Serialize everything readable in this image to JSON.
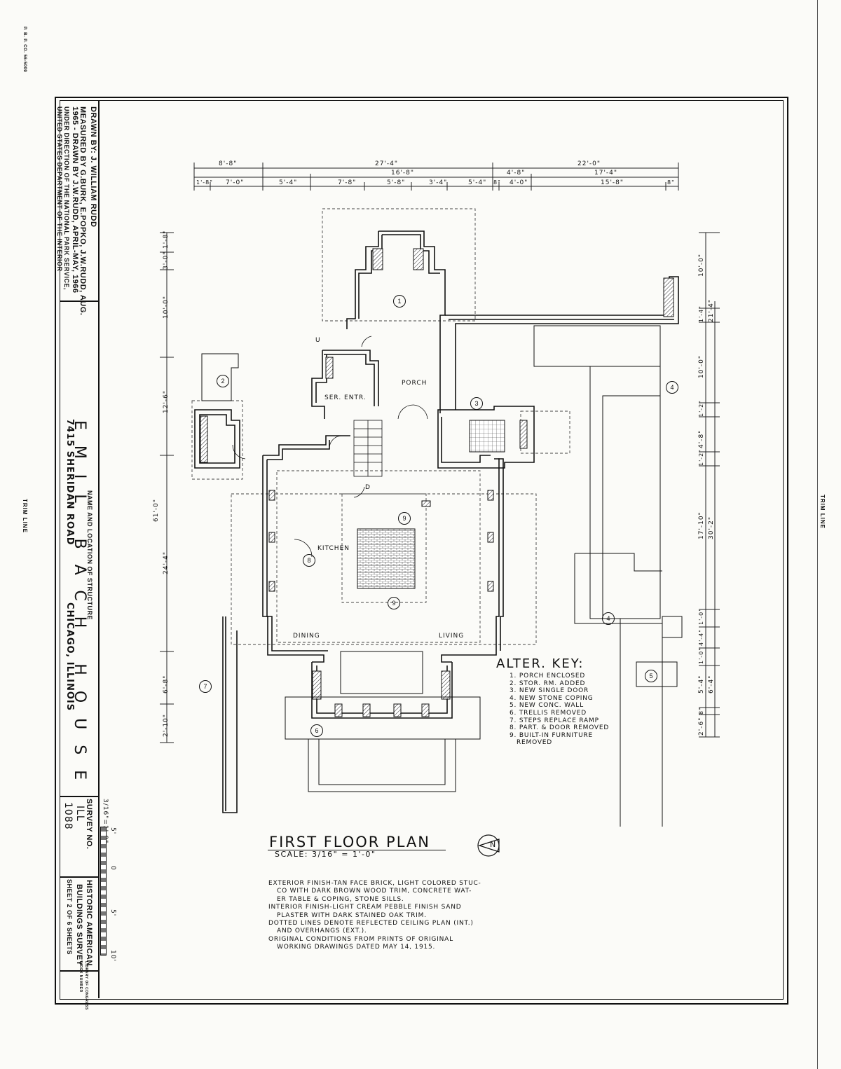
{
  "corner_code": "P. B. P. CO. 56-5009",
  "trim_label": "TRIM LINE",
  "title_block": {
    "drawn_by": "DRAWN BY: J. WILLIAM RUDD",
    "measured_by": "MEASURED BY G.BURK, E.POPKO, J.W.RUDD, AUG.",
    "drawn_dates": "1965 - DRAWN BY J.W.RUDD, APRIL-MAY, 1966",
    "under_direction": "UNDER DIRECTION OF THE NATIONAL PARK SERVICE,",
    "department": "UNITED STATES DEPARTMENT OF THE INTERIOR",
    "name_location_label": "NAME AND LOCATION OF STRUCTURE",
    "structure_name": "EMIL BACH HOUSE",
    "address": "7415 SHERIDAN ROAD",
    "city": "CHICAGO, ILLINOIS",
    "survey_label": "SURVEY NO.",
    "survey_state": "ILL",
    "survey_number": "1088",
    "habs_line1": "HISTORIC AMERICAN",
    "habs_line2": "BUILDINGS SURVEY",
    "sheet": "SHEET 2 OF 6 SHEETS",
    "index_line1": "LIBRARY OF CONGRESS",
    "index_line2": "INDEX NUMBER",
    "bar_scale_label": "3/16\"=1'-0\"",
    "bar_scale_marks": [
      "5'",
      "0",
      "5'",
      "10'"
    ]
  },
  "dimensions_top": {
    "row1": [
      "8'-8\"",
      "27'-4\"",
      "22'-0\""
    ],
    "row2": [
      "16'-8\"",
      "4'-8\"",
      "17'-4\""
    ],
    "row3": [
      "1'-8\"",
      "7'-0\"",
      "5'-4\"",
      "7'-8\"",
      "5'-8\"",
      "3'-4\"",
      "5'-4\"",
      "8\"",
      "4'-0\"",
      "15'-8\"",
      "8\""
    ]
  },
  "dimensions_left": [
    "3'-0\"",
    "1'-8\"",
    "10'-0\"",
    "12'-6\"",
    "61'-0\"",
    "24'-4\"",
    "6'-8\"",
    "2'-10\""
  ],
  "dimensions_right": [
    "10'-0\"",
    "1'-4\"",
    "21'-4\"",
    "10'-0\"",
    "1'-2\"",
    "4'-8\"",
    "1'-2\"",
    "17'-10\"",
    "30'-2\"",
    "1'-0\"",
    "4'-4\"",
    "1'-0\"",
    "5'-4\"",
    "6'-4\"",
    "8\"",
    "2'-6\""
  ],
  "rooms": {
    "porch": "PORCH",
    "service_entry": "SER. ENTR.",
    "kitchen": "KITCHEN",
    "dining": "DINING",
    "living": "LIVING",
    "up": "U",
    "down": "D"
  },
  "callouts": [
    "1",
    "2",
    "3",
    "4",
    "4",
    "5",
    "6",
    "7",
    "8",
    "9",
    "9"
  ],
  "alter_key": {
    "title": "ALTER. KEY:",
    "items": [
      "1. PORCH ENCLOSED",
      "2. STOR. RM. ADDED",
      "3. NEW SINGLE DOOR",
      "4. NEW STONE COPING",
      "5. NEW CONC. WALL",
      "6. TRELLIS REMOVED",
      "7. STEPS REPLACE RAMP",
      "8. PART. & DOOR REMOVED",
      "9. BUILT-IN FURNITURE",
      "REMOVED"
    ]
  },
  "plan_title": "FIRST FLOOR PLAN",
  "plan_scale": "SCALE: 3/16\" = 1'-0\"",
  "north_label": "N",
  "notes": [
    "EXTERIOR FINISH-TAN FACE BRICK, LIGHT COLORED STUC-",
    "CO WITH DARK BROWN WOOD TRIM, CONCRETE WAT-",
    "ER TABLE & COPING, STONE SILLS.",
    "INTERIOR FINISH-LIGHT CREAM PEBBLE FINISH SAND",
    "PLASTER WITH DARK STAINED OAK TRIM.",
    "DOTTED LINES DENOTE REFLECTED CEILING PLAN (INT.)",
    "AND OVERHANGS (EXT.).",
    "ORIGINAL CONDITIONS FROM PRINTS OF ORIGINAL",
    "WORKING DRAWINGS DATED MAY 14, 1915."
  ]
}
